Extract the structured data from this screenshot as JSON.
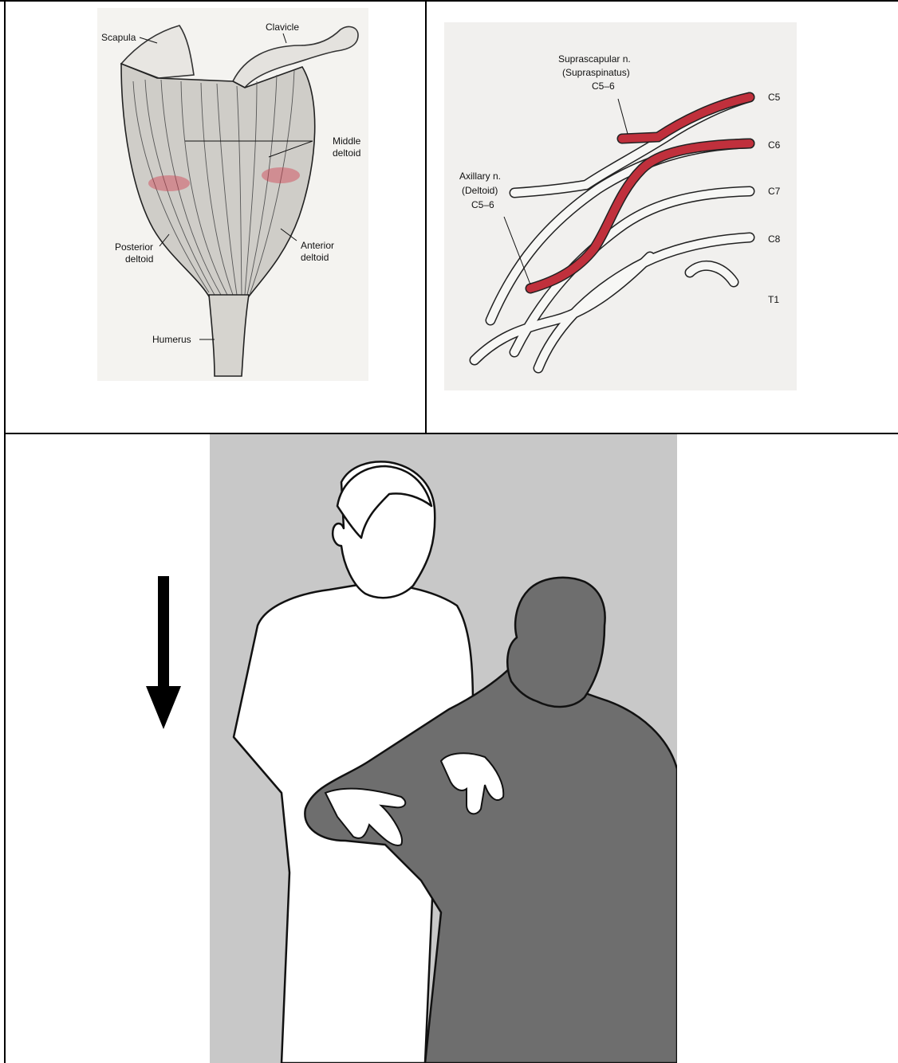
{
  "deltoid_figure": {
    "labels": {
      "scapula": "Scapula",
      "clavicle": "Clavicle",
      "middle_deltoid_1": "Middle",
      "middle_deltoid_2": "deltoid",
      "posterior_deltoid_1": "Posterior",
      "posterior_deltoid_2": "deltoid",
      "anterior_deltoid_1": "Anterior",
      "anterior_deltoid_2": "deltoid",
      "humerus": "Humerus"
    }
  },
  "brachial_plexus_figure": {
    "labels": {
      "suprascapular_1": "Suprascapular n.",
      "suprascapular_2": "(Supraspinatus)",
      "suprascapular_3": "C5–6",
      "axillary_1": "Axillary n.",
      "axillary_2": "(Deltoid)",
      "axillary_3": "C5–6",
      "c5": "C5",
      "c6": "C6",
      "c7": "C7",
      "c8": "C8",
      "t1": "T1"
    },
    "colors": {
      "nerve_highlight": "#c0303c"
    }
  },
  "exam_figure": {
    "arrow_direction": "down",
    "colors": {
      "background": "#c8c8c8",
      "patient": "#6e6e6e",
      "examiner": "#ffffff"
    }
  }
}
